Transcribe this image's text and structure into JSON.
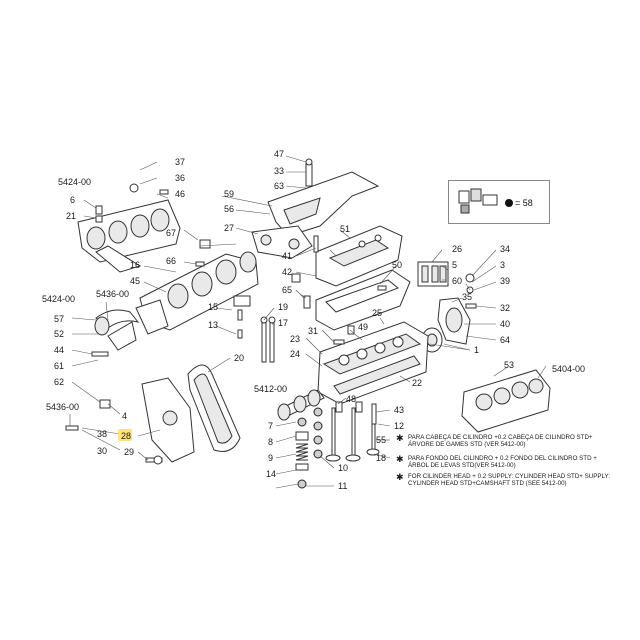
{
  "groups": {
    "g5424_top": "5424-00",
    "g5424_left": "5424-00",
    "g5436_top": "5436-00",
    "g5436_bot": "5436-00",
    "g5412": "5412-00",
    "g5404": "5404-00"
  },
  "legend": {
    "label": "= 58"
  },
  "notes": {
    "n1": "PARA CABEÇA DE CILINDRO +0.2 CABEÇA DE CILINDRO STD+",
    "n1b": "ÁRVORE DE GAMES STD (VER 5412-00)",
    "n2": "PARA FONDO DEL CILINDRO + 0.2 FONDO DEL CILINDRO STD +",
    "n2b": "ÁRBOL DE LEVAS STD(VER 5412-00)",
    "n3": "FOR CILINDER HEAD + 0.2 SUPPLY: CYLINDER HEAD STD+ SUPPLY:",
    "n3b": "CYLINDER HEAD STD+CAMSHAFT STD (SEE 5412-00)"
  },
  "highlight_color": "#ffe27a",
  "callouts": {
    "c47": "47",
    "c33": "33",
    "c63": "63",
    "c37": "37",
    "c36": "36",
    "c46": "46",
    "c6": "6",
    "c21": "21",
    "c59": "59",
    "c56": "56",
    "c67": "67",
    "c27": "27",
    "c51": "51",
    "c26": "26",
    "c34": "34",
    "c39": "39",
    "c3": "3",
    "c5": "5",
    "c66": "66",
    "c16": "16",
    "c45": "45",
    "c41": "41",
    "c42": "42",
    "c50": "50",
    "c60": "60",
    "c35": "35",
    "c32": "32",
    "c40": "40",
    "c64": "64",
    "c65": "65",
    "c19": "19",
    "c17": "17",
    "c13": "13",
    "c15": "15",
    "c57": "57",
    "c52": "52",
    "c44": "44",
    "c61": "61",
    "c62": "62",
    "c4": "4",
    "c38": "38",
    "c30": "30",
    "c28": "28",
    "c29": "29",
    "c20": "20",
    "c31": "31",
    "c49": "49",
    "c23": "23",
    "c24": "24",
    "c25": "25",
    "c18": "18",
    "c22": "22",
    "c1": "1",
    "c53": "53",
    "c48": "48",
    "c43": "43",
    "c12": "12",
    "c55": "55",
    "c7": "7",
    "c8": "8",
    "c9": "9",
    "c14": "14",
    "c10": "10",
    "c11": "11"
  }
}
